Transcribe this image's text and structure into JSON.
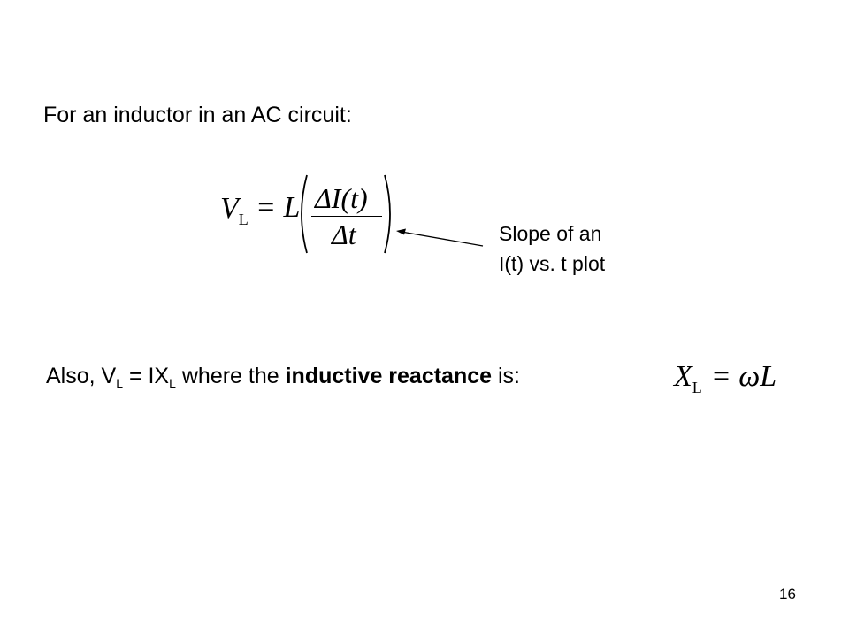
{
  "slide": {
    "heading": "For an inductor in an AC circuit:",
    "equation_vl": {
      "lhs_symbol": "V",
      "lhs_subscript": "L",
      "rhs_prefix": "= L",
      "numerator": "ΔI(t)",
      "denominator": "Δt"
    },
    "annotation": {
      "line1": "Slope of an",
      "line2": "I(t) vs. t plot"
    },
    "also_line": {
      "part1": "Also, V",
      "sub1": "L",
      "part2": " = IX",
      "sub2": "L",
      "part3": " where the ",
      "bold": "inductive reactance",
      "part4": " is:"
    },
    "equation_xl": {
      "symbol": "X",
      "subscript": "L",
      "rhs": "= ωL"
    },
    "page_number": "16"
  }
}
